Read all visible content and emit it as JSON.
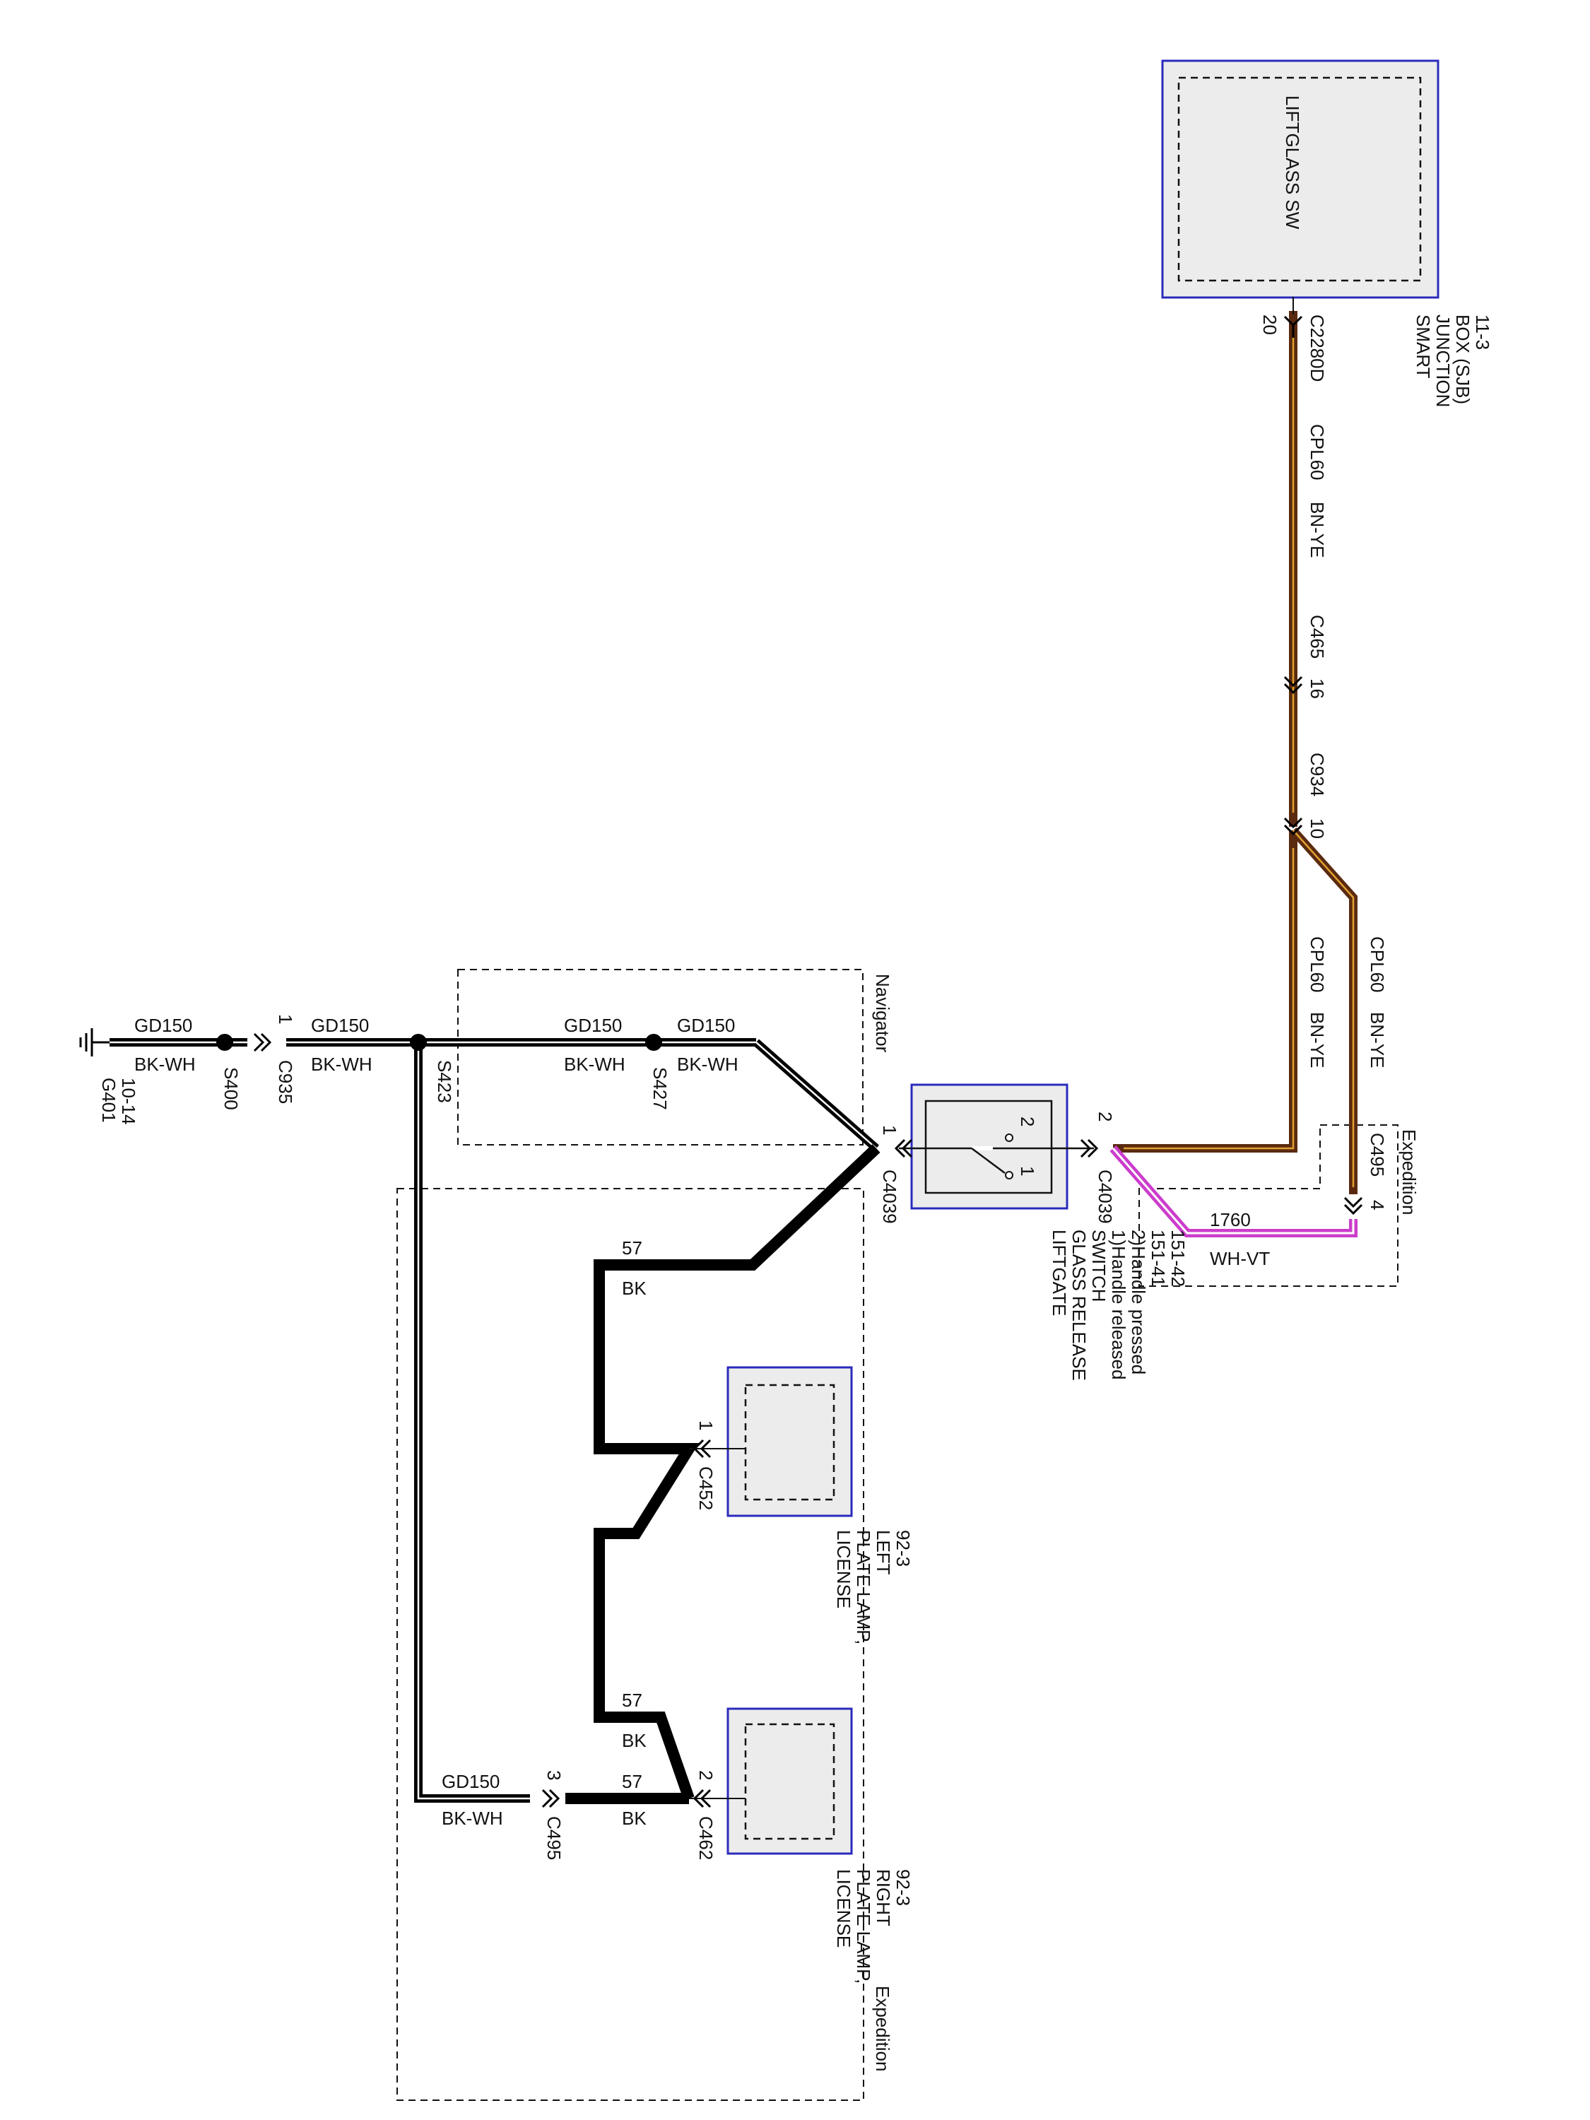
{
  "components": {
    "liftglass_sw": {
      "label": "LIFTGLASS SW"
    },
    "sjb": {
      "lines": [
        "SMART",
        "JUNCTION",
        "BOX (SJB)",
        "11-3"
      ]
    },
    "liftgate_switch": {
      "lines": [
        "LIFTGATE",
        "GLASS RELEASE",
        "SWITCH",
        "1)Handle released",
        "2)Handle pressed",
        "151-41",
        "151-42"
      ]
    },
    "lamp_left": {
      "lines": [
        "LICENSE",
        "PLATE LAMP,",
        "LEFT",
        "92-3"
      ]
    },
    "lamp_right": {
      "lines": [
        "LICENSE",
        "PLATE LAMP,",
        "RIGHT",
        "92-3"
      ]
    },
    "ground": {
      "lines": [
        "G401",
        "10-14"
      ]
    }
  },
  "regions": {
    "navigator": "Navigator",
    "expedition_main": "Expedition",
    "expedition_small": "Expedition"
  },
  "connectors": {
    "c2280d": "C2280D",
    "c2280d_pin": "20",
    "c465": "C465",
    "c465_pin": "16",
    "c934": "C934",
    "c934_pin": "10",
    "c495_top": "C495",
    "c495_top_pin": "4",
    "c4039_right": "C4039",
    "c4039_right_pin": "2",
    "c4039_left": "C4039",
    "c4039_left_pin": "1",
    "c452": "C452",
    "c452_pin": "1",
    "c462": "C462",
    "c462_pin": "2",
    "c495_bottom": "C495",
    "c495_bottom_pin": "3",
    "c935": "C935",
    "c935_pin": "1",
    "switch_pin_2": "2",
    "switch_pin_1": "1"
  },
  "splices": {
    "s400": "S400",
    "s423": "S423",
    "s427": "S427"
  },
  "wires": {
    "cpl60_a": {
      "circuit": "CPL60",
      "color": "BN-YE"
    },
    "cpl60_b": {
      "circuit": "CPL60",
      "color": "BN-YE"
    },
    "cpl60_c": {
      "circuit": "CPL60",
      "color": "BN-YE"
    },
    "w1760": {
      "circuit": "1760",
      "color": "WH-VT"
    },
    "gd150_1": {
      "circuit": "GD150",
      "color": "BK-WH"
    },
    "gd150_2": {
      "circuit": "GD150",
      "color": "BK-WH"
    },
    "gd150_3": {
      "circuit": "GD150",
      "color": "BK-WH"
    },
    "gd150_4": {
      "circuit": "GD150",
      "color": "BK-WH"
    },
    "gd150_5": {
      "circuit": "GD150",
      "color": "BK-WH"
    },
    "w57_a": {
      "circuit": "57",
      "color": "BK"
    },
    "w57_b": {
      "circuit": "57",
      "color": "BK"
    },
    "w57_c": {
      "circuit": "57",
      "color": "BK"
    }
  },
  "colors": {
    "brown": "#5a2a10",
    "yellow_stripe": "#e0a030",
    "white": "#ffffff",
    "violet": "#cc3ccc",
    "black": "#000000",
    "box_border": "#2b2bbd",
    "box_fill": "#ececec"
  }
}
